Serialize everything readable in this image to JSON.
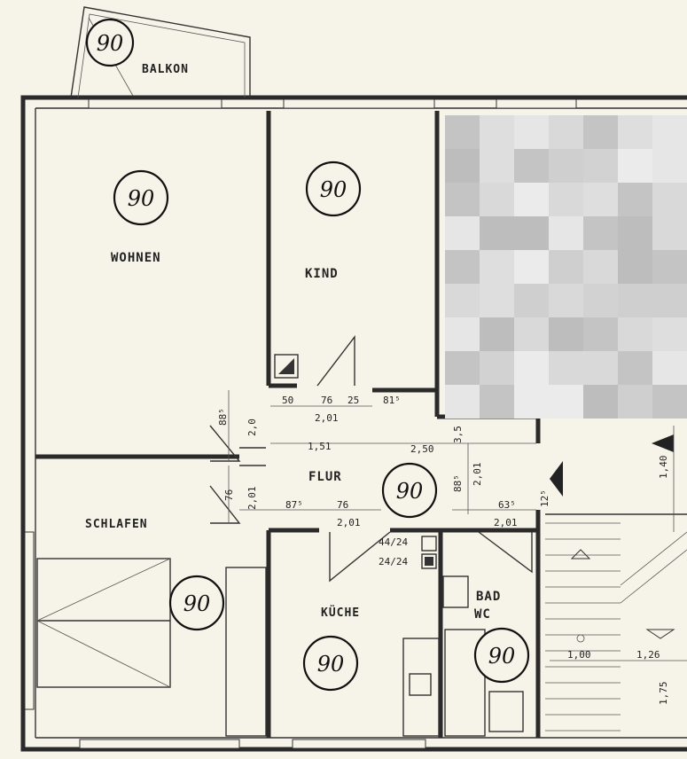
{
  "rooms": {
    "balkon": {
      "label": "BALKON",
      "badge": "90"
    },
    "wohnen": {
      "label": "WOHNEN",
      "badge": "90"
    },
    "kind": {
      "label": "KIND",
      "badge": "90"
    },
    "flur": {
      "label": "FLUR",
      "badge": "90"
    },
    "schlafen": {
      "label": "SCHLAFEN",
      "badge": "90"
    },
    "kueche": {
      "label": "KÜCHE",
      "badge": "90"
    },
    "bad": {
      "label": "BAD",
      "label2": "WC",
      "badge": "90"
    }
  },
  "dimensions": {
    "d1": "50",
    "d2": "76",
    "d3": "25",
    "d4": "81⁵",
    "d5": "2,01",
    "d6": "88⁵",
    "d7": "2,0",
    "d8": "1,51",
    "d9": "2,50",
    "d10": "3,5",
    "d11": "88⁵",
    "d12": "2,01",
    "d13": "76",
    "d14": "2,01",
    "d15": "87⁵",
    "d16": "76",
    "d17": "2,01",
    "d18": "63⁵",
    "d19": "2,01",
    "d20": "1,40",
    "d21": "1,00",
    "d22": "1,26",
    "d23": "1,75",
    "d24": "12⁵",
    "d25": "44/24",
    "d26": "24/24"
  },
  "colors": {
    "paper": "#f6f3e8",
    "ink": "#222222",
    "blur_light": "#dcdcdc",
    "blur_dark": "#b4b4b4"
  }
}
